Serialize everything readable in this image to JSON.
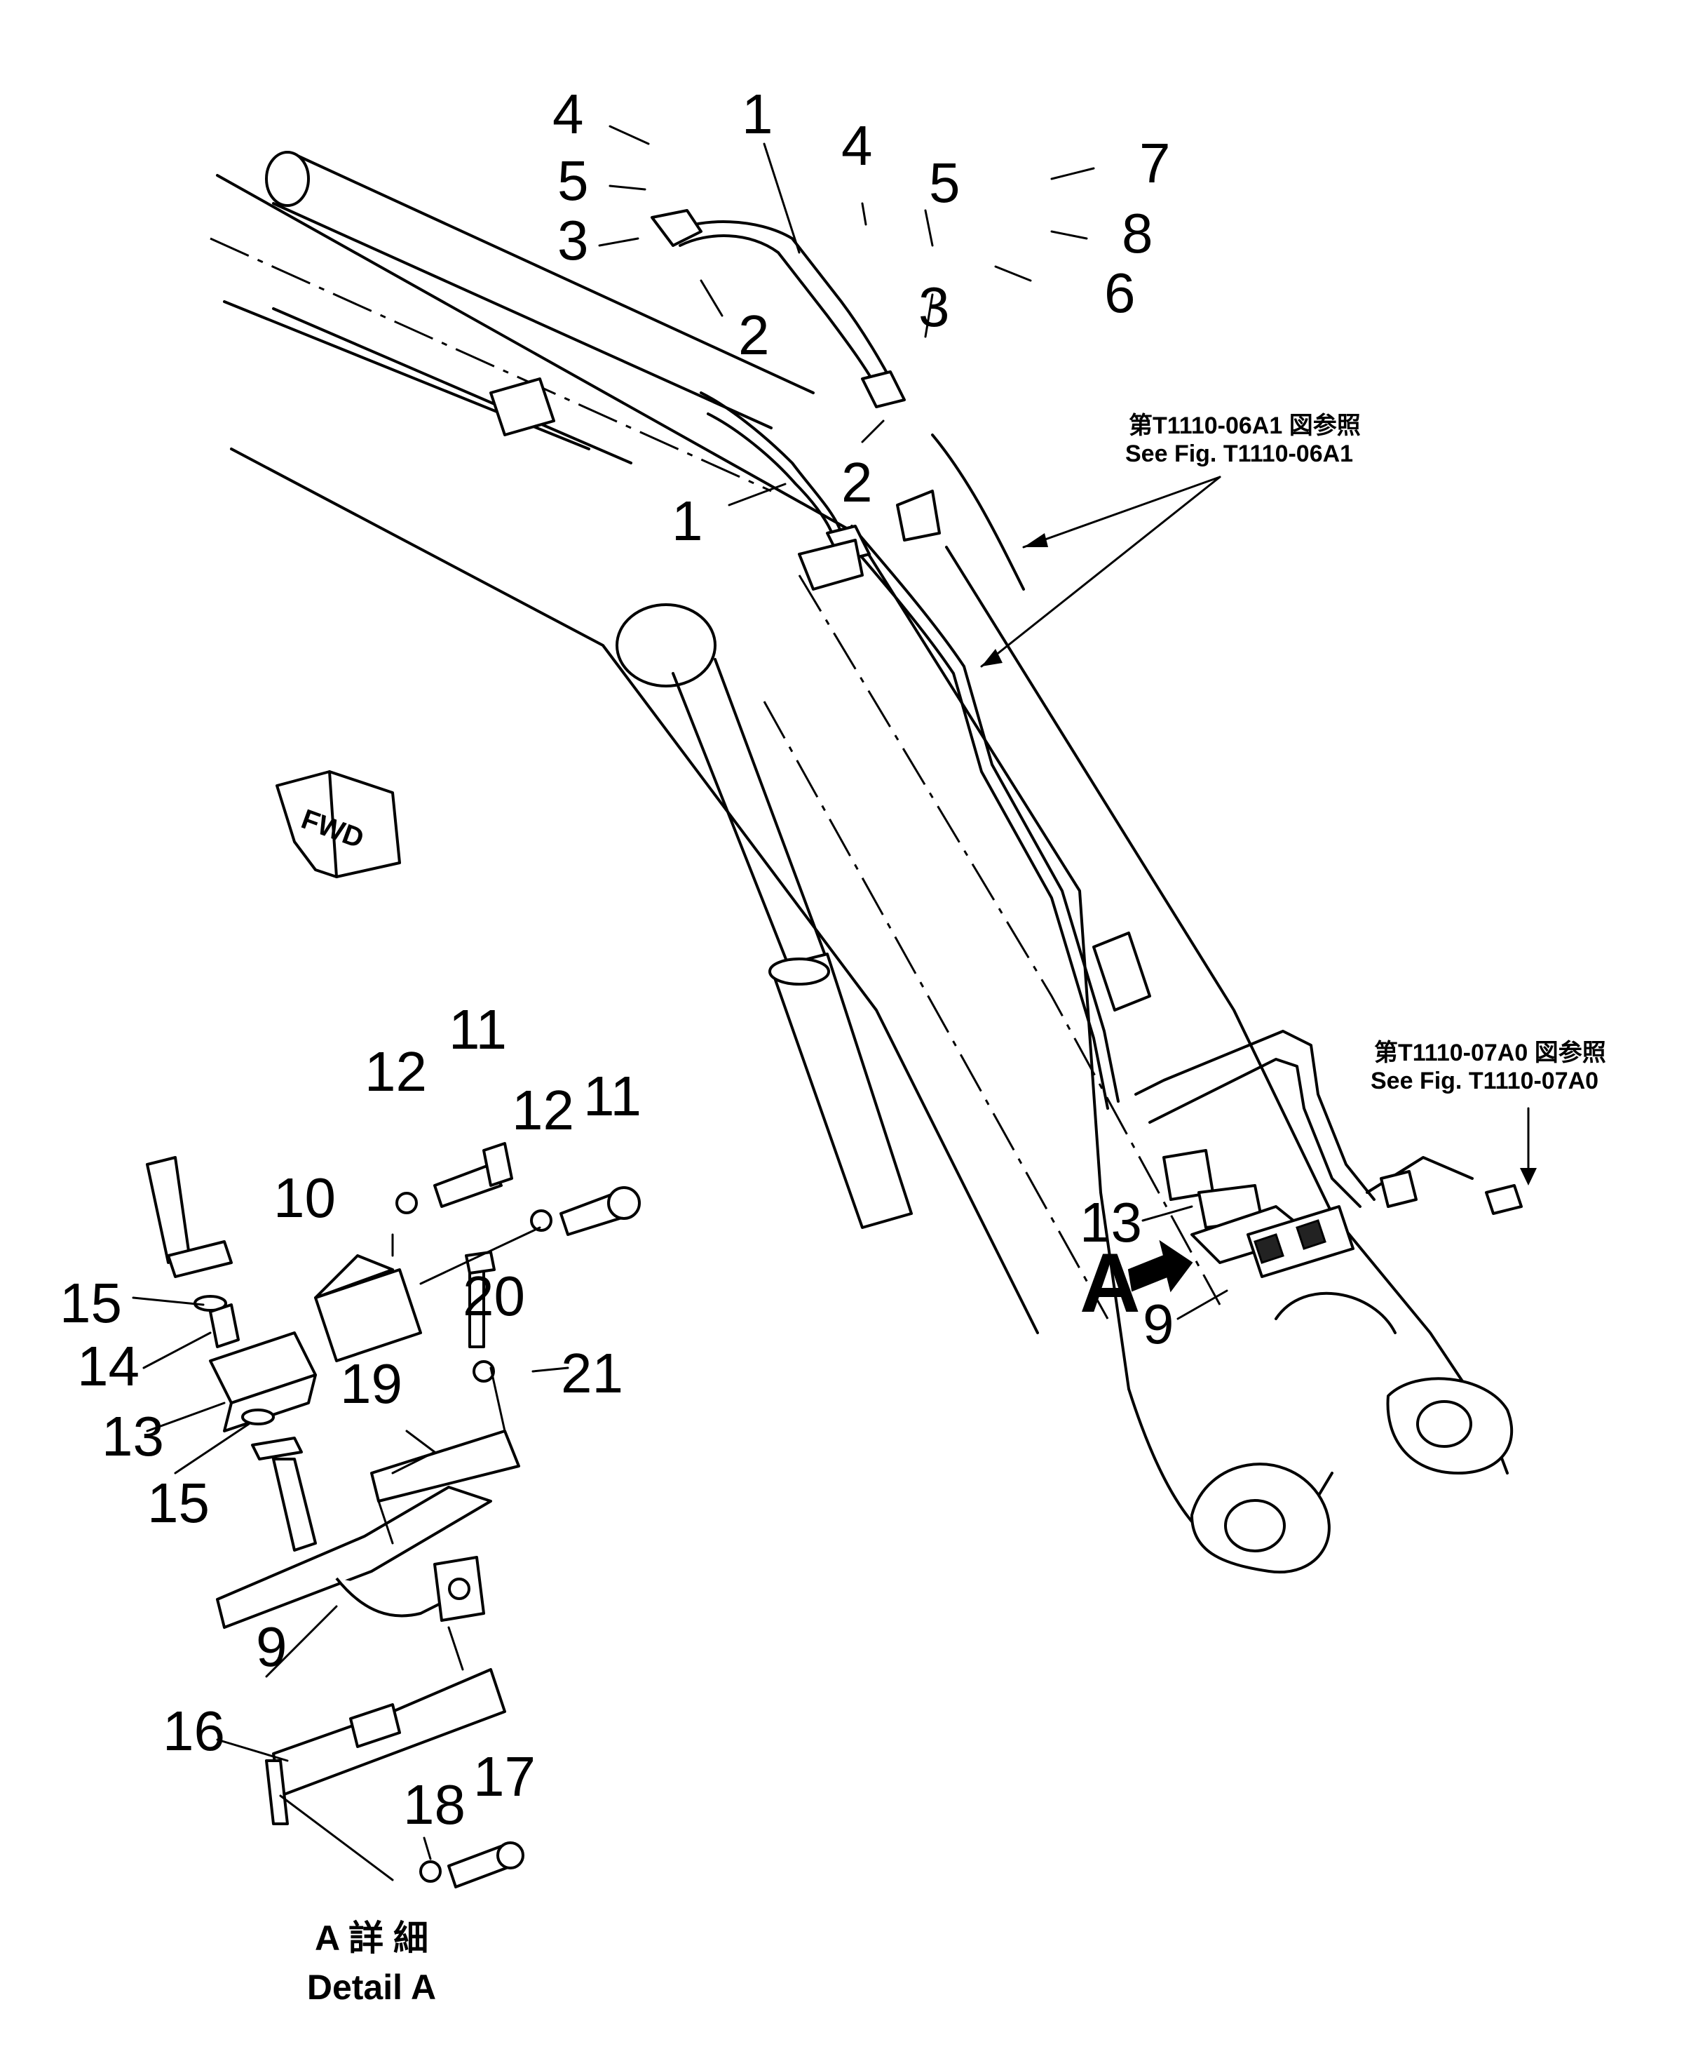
{
  "callouts": {
    "c1a": "1",
    "c1b": "1",
    "c2a": "2",
    "c2b": "2",
    "c3a": "3",
    "c3b": "3",
    "c4a": "4",
    "c4b": "4",
    "c5a": "5",
    "c5b": "5",
    "c6": "6",
    "c7": "7",
    "c8": "8",
    "c9a": "9",
    "c9b": "9",
    "c10": "10",
    "c11a": "11",
    "c11b": "11",
    "c12a": "12",
    "c12b": "12",
    "c13a": "13",
    "c13b": "13",
    "c14": "14",
    "c15a": "15",
    "c15b": "15",
    "c16": "16",
    "c17": "17",
    "c18": "18",
    "c19": "19",
    "c20": "20",
    "c21": "21"
  },
  "references": {
    "ref1_jp": "第T1110-06A1 図参照",
    "ref1_en": "See Fig. T1110-06A1",
    "ref2_jp": "第T1110-07A0 図参照",
    "ref2_en": "See Fig. T1110-07A0"
  },
  "view_marker": "A",
  "forward_arrow": "FWD",
  "detail_caption": {
    "jp": "A 詳 細",
    "en": "Detail A"
  }
}
